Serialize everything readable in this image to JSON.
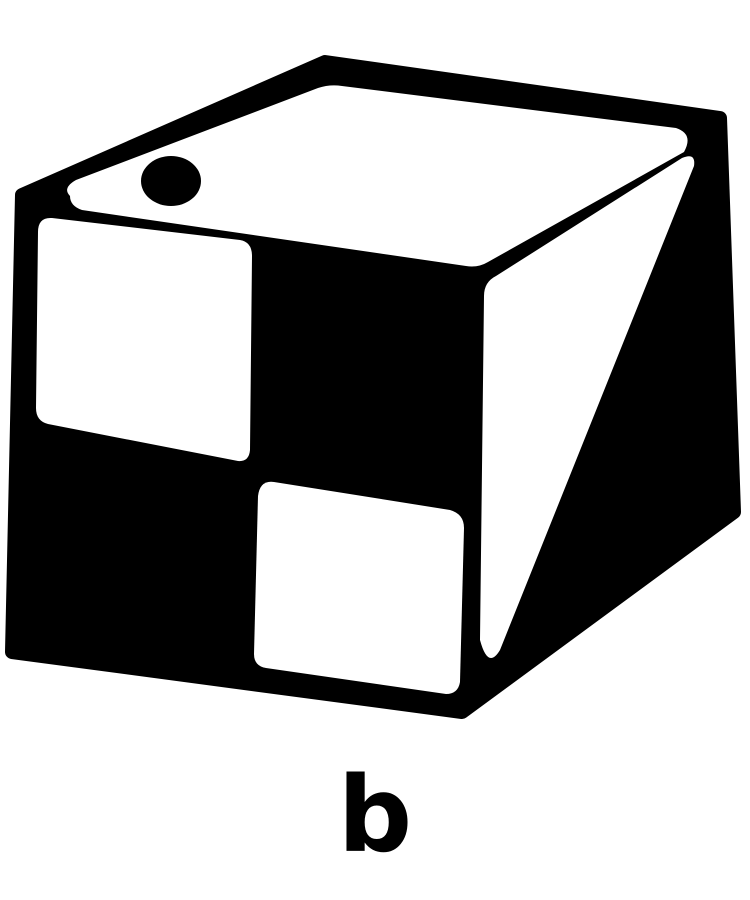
{
  "figure": {
    "label": "b",
    "colors": {
      "ink": "#000000",
      "paper": "#ffffff"
    },
    "front_face_squares": [
      "white",
      "black",
      "black",
      "white"
    ],
    "marks": [
      "top-face-dot"
    ]
  }
}
